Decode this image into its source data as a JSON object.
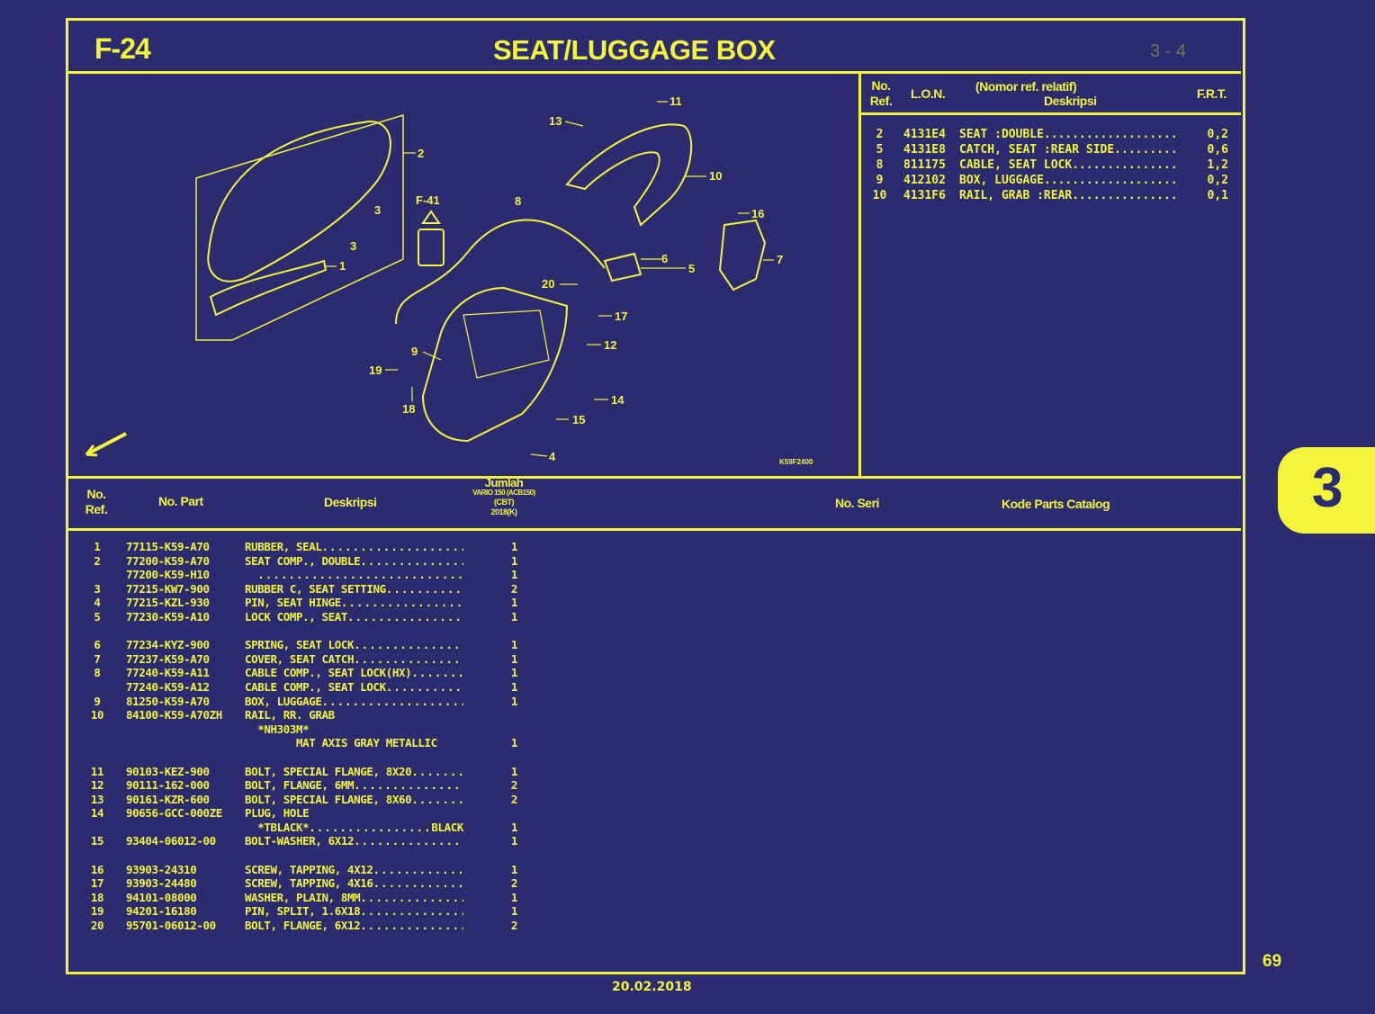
{
  "header": {
    "code": "F-24",
    "title": "SEAT/LUGGAGE BOX",
    "faint_mark": "3 - 4"
  },
  "frt_table": {
    "headers": {
      "ref": "No.\nRef.",
      "lon": "L.O.N.",
      "desc_top": "(Nomor ref. relatif)",
      "desc": "Deskripsi",
      "frt": "F.R.T."
    },
    "rows": [
      {
        "ref": "2",
        "lon": "4131E4",
        "desc": "SEAT :DOUBLE...................",
        "frt": "0,2"
      },
      {
        "ref": "5",
        "lon": "4131E8",
        "desc": "CATCH, SEAT :REAR SIDE.........",
        "frt": "0,6"
      },
      {
        "ref": "8",
        "lon": "811175",
        "desc": "CABLE, SEAT LOCK...............",
        "frt": "1,2"
      },
      {
        "ref": "9",
        "lon": "412102",
        "desc": "BOX, LUGGAGE...................",
        "frt": "0,2"
      },
      {
        "ref": "10",
        "lon": "4131F6",
        "desc": "RAIL, GRAB :REAR...............",
        "frt": "0,1"
      }
    ]
  },
  "diagram": {
    "callouts": [
      "2",
      "1",
      "3",
      "3",
      "F-41",
      "8",
      "13",
      "11",
      "10",
      "16",
      "7",
      "6",
      "5",
      "20",
      "17",
      "12",
      "9",
      "19",
      "18",
      "14",
      "15",
      "4"
    ],
    "figure_code": "K59F2400"
  },
  "parts_table": {
    "headers": {
      "ref": "No.\nRef.",
      "part": "No. Part",
      "desc": "Deskripsi",
      "qty_title": "Jumlah",
      "qty_model": "VARIO 150 (ACB150)",
      "qty_variant": "(CBT)",
      "qty_year": "2018(K)",
      "serial": "No. Seri",
      "catalog": "Kode Parts Catalog"
    },
    "lines": [
      {
        "ref": "1",
        "part": "77115-K59-A70",
        "desc": "RUBBER, SEAL",
        "dots": true,
        "qty": "1"
      },
      {
        "ref": "2",
        "part": "77200-K59-A70",
        "desc": "SEAT COMP., DOUBLE",
        "dots": true,
        "qty": "1"
      },
      {
        "ref": "",
        "part": "77200-K59-H10",
        "desc": "  ",
        "dots": true,
        "qty": "1"
      },
      {
        "ref": "3",
        "part": "77215-KW7-900",
        "desc": "RUBBER C, SEAT SETTING",
        "dots": true,
        "qty": "2"
      },
      {
        "ref": "4",
        "part": "77215-KZL-930",
        "desc": "PIN, SEAT HINGE",
        "dots": true,
        "qty": "1"
      },
      {
        "ref": "5",
        "part": "77230-K59-A10",
        "desc": "LOCK COMP., SEAT",
        "dots": true,
        "qty": "1"
      },
      {
        "ref": "",
        "part": "",
        "desc": "",
        "dots": false,
        "qty": ""
      },
      {
        "ref": "6",
        "part": "77234-KYZ-900",
        "desc": "SPRING, SEAT LOCK",
        "dots": true,
        "qty": "1"
      },
      {
        "ref": "7",
        "part": "77237-K59-A70",
        "desc": "COVER, SEAT CATCH",
        "dots": true,
        "qty": "1"
      },
      {
        "ref": "8",
        "part": "77240-K59-A11",
        "desc": "CABLE COMP., SEAT LOCK(HX)",
        "dots": true,
        "qty": "1"
      },
      {
        "ref": "",
        "part": "77240-K59-A12",
        "desc": "CABLE COMP., SEAT LOCK",
        "dots": true,
        "qty": "1"
      },
      {
        "ref": "9",
        "part": "81250-K59-A70",
        "desc": "BOX, LUGGAGE",
        "dots": true,
        "qty": "1"
      },
      {
        "ref": "10",
        "part": "84100-K59-A70ZH",
        "desc": "RAIL, RR. GRAB",
        "dots": false,
        "qty": ""
      },
      {
        "ref": "",
        "part": "",
        "desc": "  *NH303M*",
        "dots": false,
        "qty": ""
      },
      {
        "ref": "",
        "part": "",
        "desc": "        MAT AXIS GRAY METALLIC",
        "dots": false,
        "qty": "1"
      },
      {
        "ref": "",
        "part": "",
        "desc": "",
        "dots": false,
        "qty": ""
      },
      {
        "ref": "11",
        "part": "90103-KEZ-900",
        "desc": "BOLT, SPECIAL FLANGE, 8X20",
        "dots": true,
        "qty": "1"
      },
      {
        "ref": "12",
        "part": "90111-162-000",
        "desc": "BOLT, FLANGE, 6MM",
        "dots": true,
        "qty": "2"
      },
      {
        "ref": "13",
        "part": "90161-KZR-600",
        "desc": "BOLT, SPECIAL FLANGE, 8X60",
        "dots": true,
        "qty": "2"
      },
      {
        "ref": "14",
        "part": "90656-GCC-000ZE",
        "desc": "PLUG, HOLE",
        "dots": false,
        "qty": ""
      },
      {
        "ref": "",
        "part": "",
        "desc": "  *TBLACK*",
        "dots": true,
        "suffix": "BLACK",
        "qty": "1"
      },
      {
        "ref": "15",
        "part": "93404-06012-00",
        "desc": "BOLT-WASHER, 6X12",
        "dots": true,
        "qty": "1"
      },
      {
        "ref": "",
        "part": "",
        "desc": "",
        "dots": false,
        "qty": ""
      },
      {
        "ref": "16",
        "part": "93903-24310",
        "desc": "SCREW, TAPPING, 4X12",
        "dots": true,
        "qty": "1"
      },
      {
        "ref": "17",
        "part": "93903-24480",
        "desc": "SCREW, TAPPING, 4X16",
        "dots": true,
        "qty": "2"
      },
      {
        "ref": "18",
        "part": "94101-08000",
        "desc": "WASHER, PLAIN, 8MM",
        "dots": true,
        "qty": "1"
      },
      {
        "ref": "19",
        "part": "94201-16180",
        "desc": "PIN, SPLIT, 1.6X18",
        "dots": true,
        "qty": "1"
      },
      {
        "ref": "20",
        "part": "95701-06012-00",
        "desc": "BOLT, FLANGE, 6X12",
        "dots": true,
        "qty": "2"
      }
    ]
  },
  "side_tab": "3",
  "page_number": "69",
  "date": "20.02.2018",
  "colors": {
    "background": "#2b2b6f",
    "ink": "#f4f43a"
  }
}
